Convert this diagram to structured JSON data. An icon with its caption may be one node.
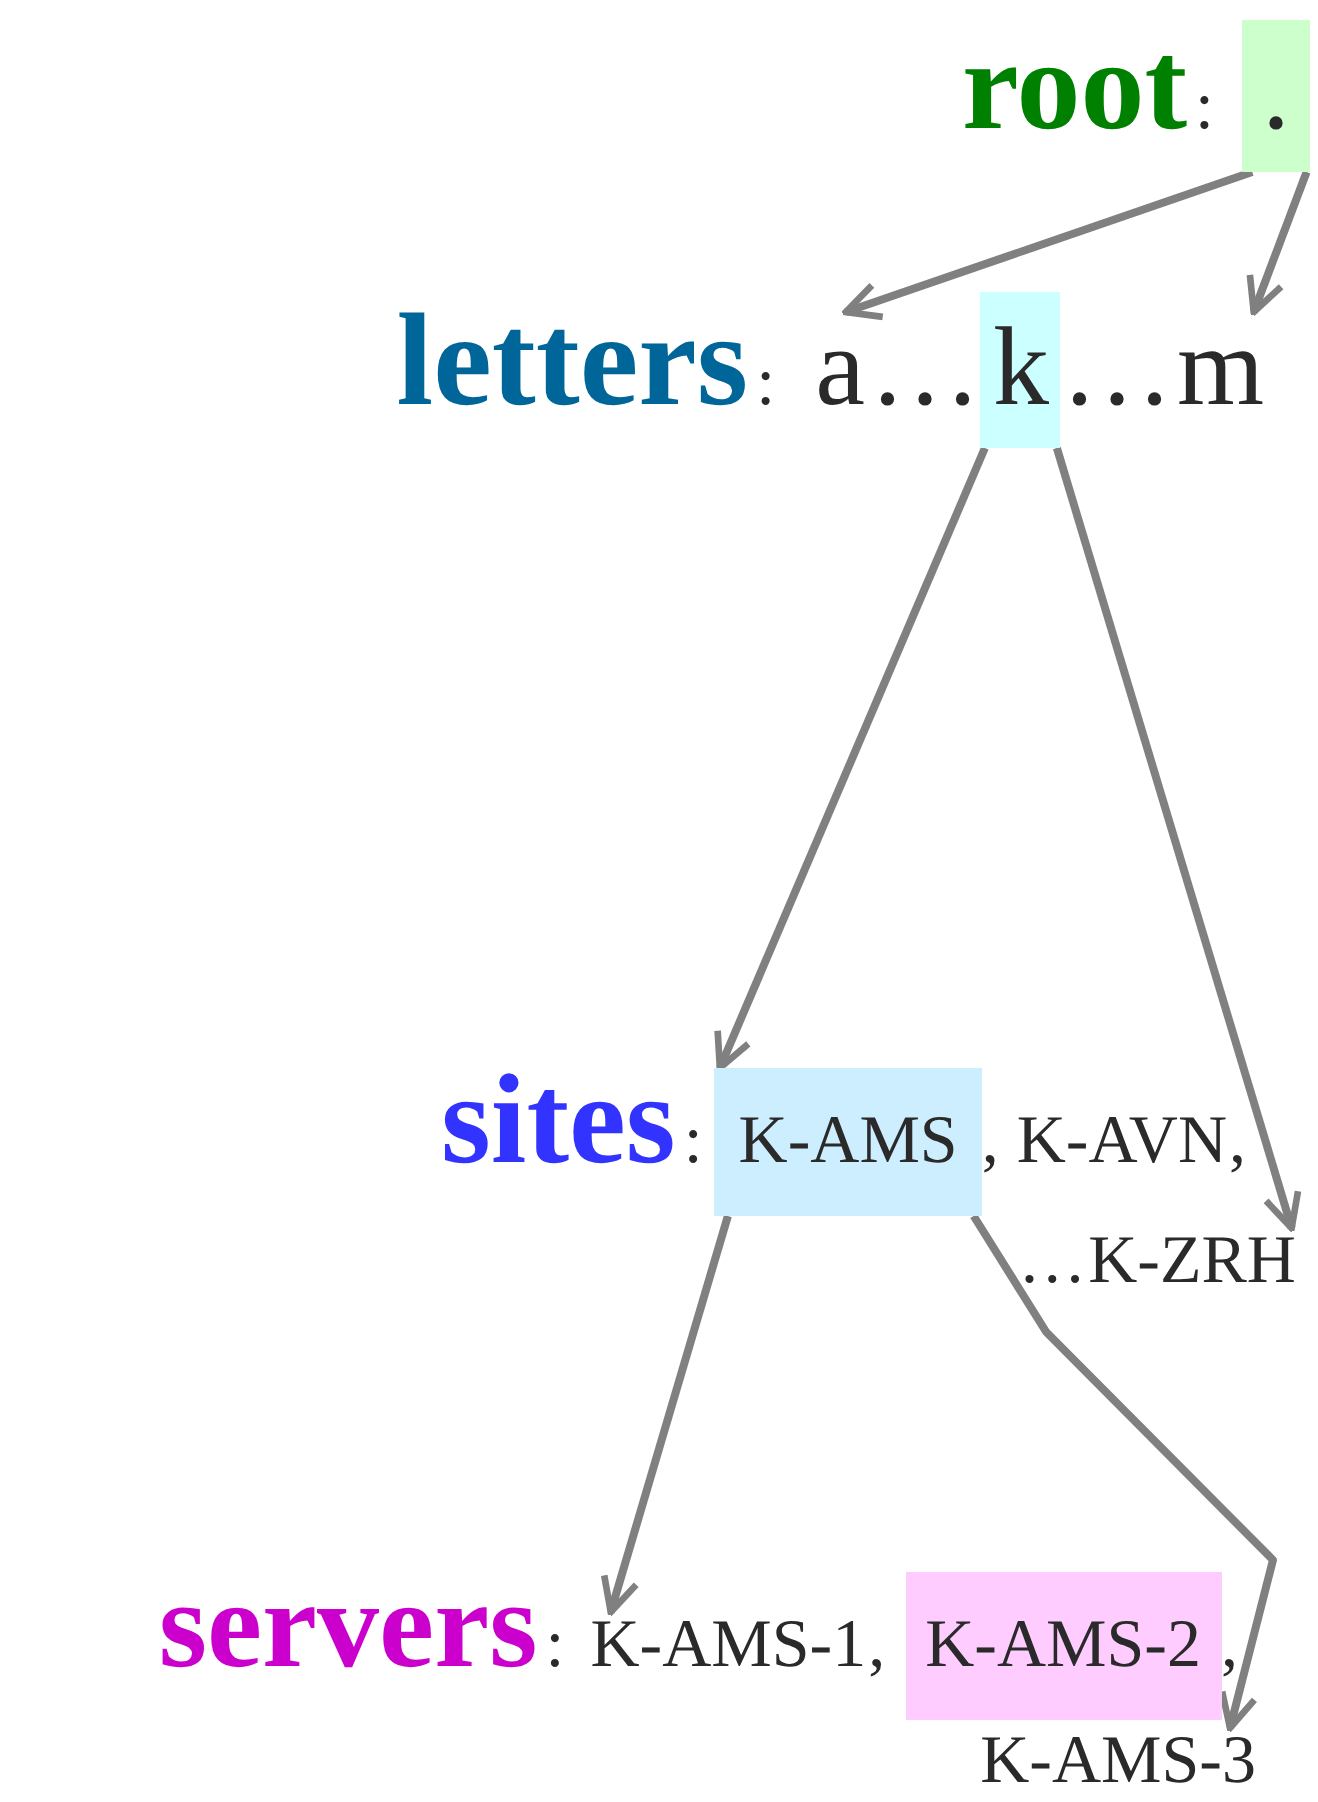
{
  "diagram": {
    "nodes": [
      {
        "text": [
          "."
        ]
      },
      {
        "text": [
          "a"
        ]
      },
      {
        "text": [
          "k"
        ]
      },
      {
        "text": [
          "m"
        ]
      },
      {
        "text": [
          "K-AMS"
        ]
      },
      {
        "text": [
          "K-AVN"
        ]
      },
      {
        "text": [
          "K-ZRH"
        ]
      },
      {
        "text": [
          "K-AMS-1"
        ]
      },
      {
        "text": [
          "K-AMS-2"
        ]
      },
      {
        "text": [
          "K-AMS-3"
        ]
      }
    ],
    "edges": [
      {
        "from": 0,
        "to": 1,
        "arrow": "to"
      },
      {
        "from": 0,
        "to": 3,
        "arrow": "to"
      },
      {
        "from": 2,
        "to": 4,
        "arrow": "to"
      },
      {
        "from": 2,
        "to": 6,
        "arrow": "to"
      },
      {
        "from": 4,
        "to": 7,
        "arrow": "to"
      },
      {
        "from": 4,
        "to": 9,
        "arrow": "to"
      }
    ],
    "labels": [
      "root",
      ":",
      "letters",
      ":",
      "…",
      "…",
      "sites",
      ":",
      ",",
      ",",
      "…",
      "servers",
      ":",
      ",",
      ","
    ]
  }
}
